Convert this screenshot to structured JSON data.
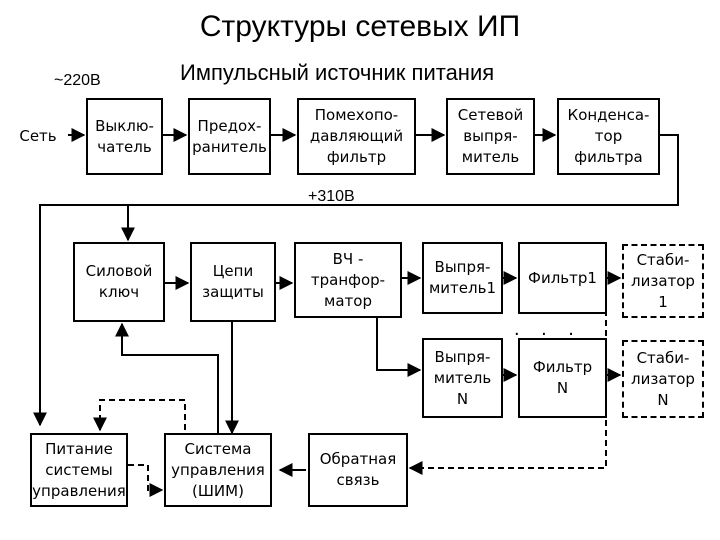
{
  "title": "Структуры сетевых ИП",
  "subtitle": "Импульсный источник питания",
  "labels": {
    "ac_voltage": "~220В",
    "dc_voltage": "+310В",
    "dots": ". . ."
  },
  "blocks": {
    "mains": "Сеть",
    "switch": "Выклю-\nчатель",
    "fuse": "Предох-\nранитель",
    "emi_filter": "Помехопо-\nдавляющий\nфильтр",
    "mains_rectifier": "Сетевой\nвыпря-\nмитель",
    "filter_capacitor": "Конденса-\nтор\nфильтра",
    "power_switch": "Силовой\nключ",
    "protection": "Цепи\nзащиты",
    "hf_transformer": "ВЧ -\nтранфор-\nматор",
    "rectifier_1": "Выпря-\nмитель1",
    "filter_1": "Фильтр1",
    "stabilizer_1": "Стаби-\nлизатор\n1",
    "rectifier_n": "Выпря-\nмитель\nN",
    "filter_n": "Фильтр\nN",
    "stabilizer_n": "Стаби-\nлизатор\nN",
    "control_power": "Питание\nсистемы\nуправления",
    "control_system": "Система\nуправления\n(ШИМ)",
    "feedback": "Обратная\nсвязь"
  }
}
